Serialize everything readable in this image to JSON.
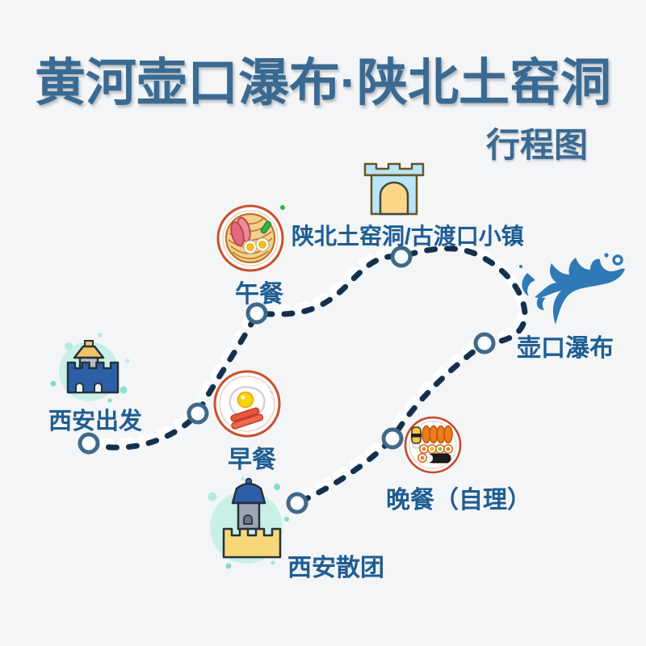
{
  "page": {
    "background_color": "#f4f5f6"
  },
  "header": {
    "title": "黄河壶口瀑布·陕北土窑洞",
    "subtitle": "行程图",
    "title_color": "#3a6a92"
  },
  "route": {
    "dash_color": "#14304d",
    "ring_color": "#3f6989",
    "label_color": "#1e5d93",
    "stops": [
      {
        "id": "xian-depart",
        "label": "西安出发",
        "icon": "blue-city-wall-castle-icon"
      },
      {
        "id": "breakfast",
        "label": "早餐",
        "icon": "fried-egg-plate-icon"
      },
      {
        "id": "lunch",
        "label": "午餐",
        "icon": "noodle-bowl-icon"
      },
      {
        "id": "cave-town",
        "label": "陕北土窑洞/古渡口小镇",
        "icon": "gate-tower-icon"
      },
      {
        "id": "hukou-waterfall",
        "label": "壶口瀑布",
        "icon": "water-splash-icon"
      },
      {
        "id": "dinner",
        "label": "晚餐（自理）",
        "icon": "sushi-plate-icon"
      },
      {
        "id": "xian-end",
        "label": "西安散团",
        "icon": "yellow-castle-icon"
      }
    ]
  }
}
